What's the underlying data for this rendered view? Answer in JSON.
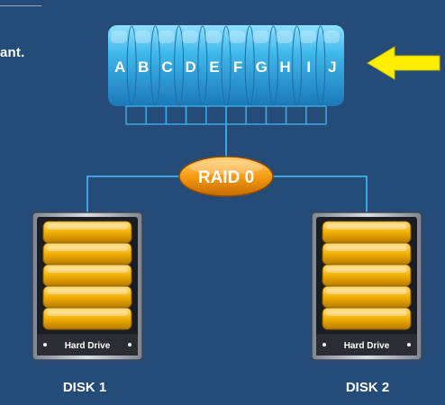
{
  "side_text": "ant.",
  "data_blocks": [
    "A",
    "B",
    "C",
    "D",
    "E",
    "F",
    "G",
    "H",
    "I",
    "J"
  ],
  "raid_label": "RAID 0",
  "disks": [
    {
      "plate": "Hard Drive",
      "label": "DISK 1"
    },
    {
      "plate": "Hard Drive",
      "label": "DISK 2"
    }
  ],
  "arrow_icon": "left-arrow-icon",
  "colors": {
    "background": "#254c78",
    "stripe_cyan": "#3fb5e8",
    "raid_orange": "#f39c12",
    "drive_gold": "#f4b400",
    "arrow_yellow": "#ffee00",
    "connector": "#3aa8e0"
  }
}
